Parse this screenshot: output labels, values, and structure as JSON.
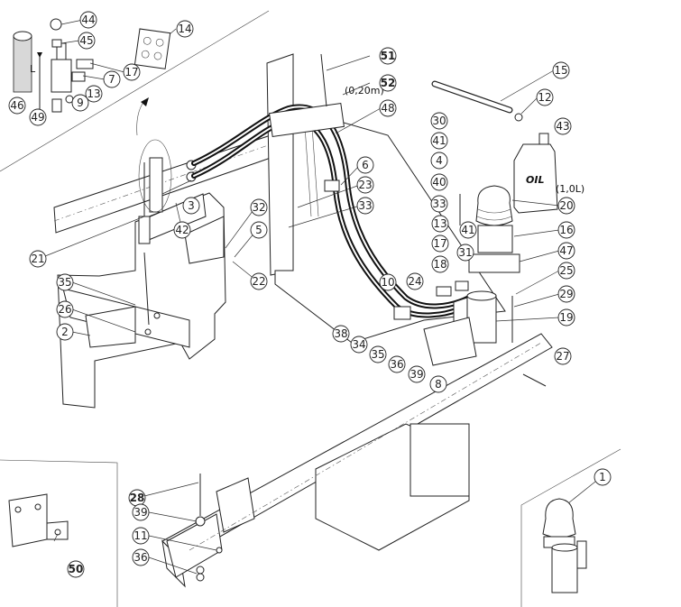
{
  "callouts": [
    {
      "id": "c44",
      "label": "44"
    },
    {
      "id": "c45",
      "label": "45"
    },
    {
      "id": "c14",
      "label": "14"
    },
    {
      "id": "c17a",
      "label": "17"
    },
    {
      "id": "c7",
      "label": "7"
    },
    {
      "id": "c13a",
      "label": "13"
    },
    {
      "id": "c9",
      "label": "9"
    },
    {
      "id": "c46",
      "label": "46"
    },
    {
      "id": "c49",
      "label": "49"
    },
    {
      "id": "c51",
      "label": "51"
    },
    {
      "id": "c52",
      "label": "52"
    },
    {
      "id": "c15",
      "label": "15"
    },
    {
      "id": "c12",
      "label": "12"
    },
    {
      "id": "c43",
      "label": "43"
    },
    {
      "id": "c48",
      "label": "48"
    },
    {
      "id": "c30",
      "label": "30"
    },
    {
      "id": "c41a",
      "label": "41"
    },
    {
      "id": "c4",
      "label": "4"
    },
    {
      "id": "c40",
      "label": "40"
    },
    {
      "id": "c33a",
      "label": "33"
    },
    {
      "id": "c6",
      "label": "6"
    },
    {
      "id": "c23",
      "label": "23"
    },
    {
      "id": "c33b",
      "label": "33"
    },
    {
      "id": "c20",
      "label": "20"
    },
    {
      "id": "c41b",
      "label": "41"
    },
    {
      "id": "c16",
      "label": "16"
    },
    {
      "id": "c47",
      "label": "47"
    },
    {
      "id": "c13b",
      "label": "13"
    },
    {
      "id": "c17b",
      "label": "17"
    },
    {
      "id": "c31",
      "label": "31"
    },
    {
      "id": "c18",
      "label": "18"
    },
    {
      "id": "c25",
      "label": "25"
    },
    {
      "id": "c29",
      "label": "29"
    },
    {
      "id": "c19",
      "label": "19"
    },
    {
      "id": "c3",
      "label": "3"
    },
    {
      "id": "c42",
      "label": "42"
    },
    {
      "id": "c21",
      "label": "21"
    },
    {
      "id": "c32",
      "label": "32"
    },
    {
      "id": "c5",
      "label": "5"
    },
    {
      "id": "c22",
      "label": "22"
    },
    {
      "id": "c10",
      "label": "10"
    },
    {
      "id": "c24",
      "label": "24"
    },
    {
      "id": "c35a",
      "label": "35"
    },
    {
      "id": "c26",
      "label": "26"
    },
    {
      "id": "c2",
      "label": "2"
    },
    {
      "id": "c38",
      "label": "38"
    },
    {
      "id": "c34",
      "label": "34"
    },
    {
      "id": "c35b",
      "label": "35"
    },
    {
      "id": "c36a",
      "label": "36"
    },
    {
      "id": "c39a",
      "label": "39"
    },
    {
      "id": "c8",
      "label": "8"
    },
    {
      "id": "c27",
      "label": "27"
    },
    {
      "id": "c28",
      "label": "28"
    },
    {
      "id": "c39b",
      "label": "39"
    },
    {
      "id": "c11",
      "label": "11"
    },
    {
      "id": "c36b",
      "label": "36"
    },
    {
      "id": "c50",
      "label": "50"
    },
    {
      "id": "c1",
      "label": "1"
    }
  ],
  "notes": {
    "hose_length": "(0,20m)",
    "oil_volume": "(1,0L)",
    "dimension_letter": "L",
    "oil_can_label": "OIL"
  }
}
